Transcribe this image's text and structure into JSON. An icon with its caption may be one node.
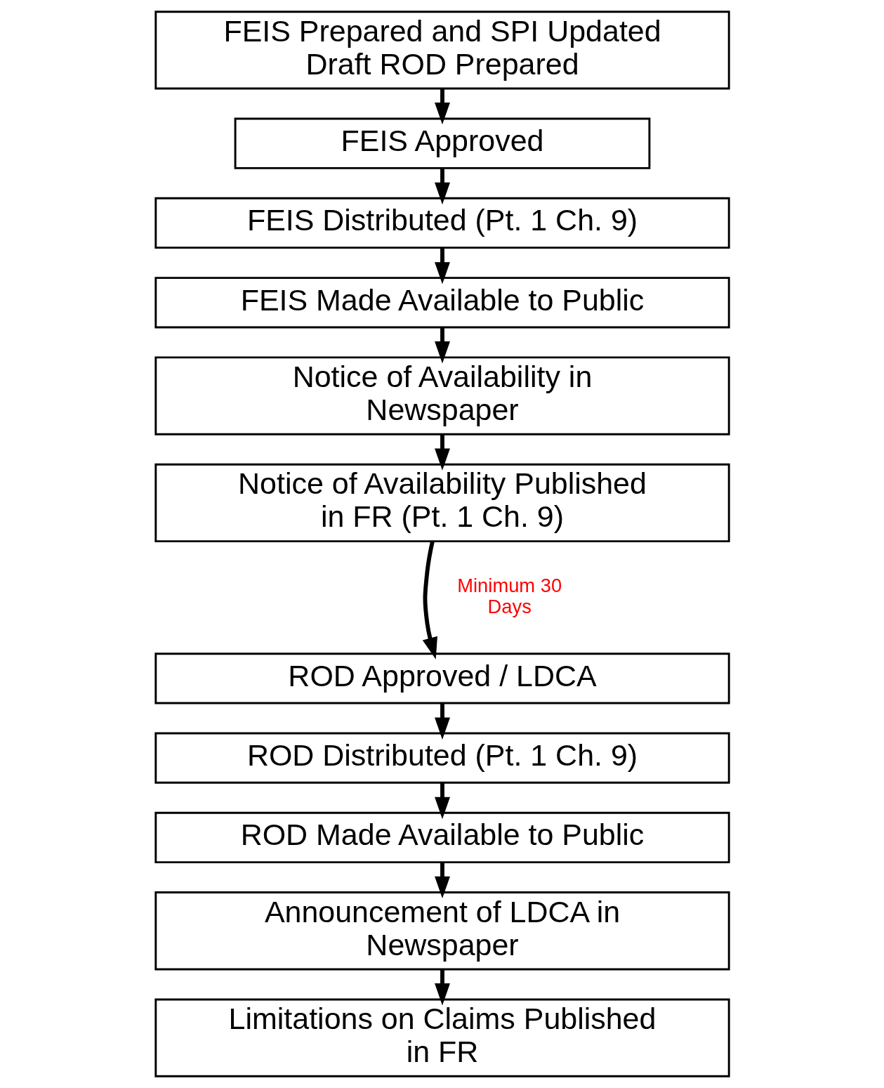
{
  "diagram": {
    "nodes": [
      {
        "text": [
          "FEIS Prepared and SPI Updated Draft ROD Prepared"
        ]
      },
      {
        "text": [
          "FEIS Approved"
        ]
      },
      {
        "text": [
          "FEIS Distributed (Pt. 1 Ch. 9)"
        ]
      },
      {
        "text": [
          "FEIS Made Available to Public"
        ]
      },
      {
        "text": [
          "Notice of Availability in Newspaper"
        ]
      },
      {
        "text": [
          "Notice of Availability Published in FR (Pt. 1 Ch. 9)"
        ]
      },
      {
        "text": [
          "ROD Approved / LDCA"
        ]
      },
      {
        "text": [
          "ROD Distributed (Pt. 1 Ch. 9)"
        ]
      },
      {
        "text": [
          "ROD Made Available to Public"
        ]
      },
      {
        "text": [
          "Announcement of LDCA in Newspaper"
        ]
      },
      {
        "text": [
          "Limitations on Claims Published in FR"
        ]
      }
    ],
    "edges": [
      {
        "from": 0,
        "to": 1,
        "arrow": "to"
      },
      {
        "from": 1,
        "to": 2,
        "arrow": "to"
      },
      {
        "from": 2,
        "to": 3,
        "arrow": "to"
      },
      {
        "from": 3,
        "to": 4,
        "arrow": "to"
      },
      {
        "from": 4,
        "to": 5,
        "arrow": "to"
      },
      {
        "from": 5,
        "to": 6,
        "arrow": "to"
      },
      {
        "from": 6,
        "to": 7,
        "arrow": "to"
      },
      {
        "from": 7,
        "to": 8,
        "arrow": "to"
      },
      {
        "from": 8,
        "to": 9,
        "arrow": "to"
      },
      {
        "from": 9,
        "to": 10,
        "arrow": "to"
      }
    ],
    "labels": [
      "Minimum 30 Days"
    ]
  }
}
